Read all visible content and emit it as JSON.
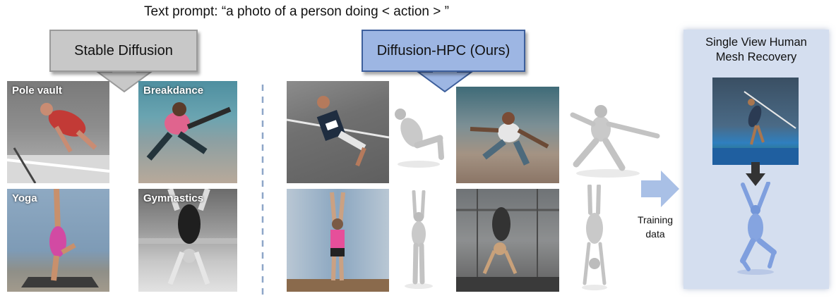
{
  "prompt": "Text prompt: “a photo of a person doing < action > ”",
  "stable_diffusion": {
    "label": "Stable Diffusion"
  },
  "diffusion_hpc": {
    "label": "Diffusion-HPC (Ours)"
  },
  "hmr": {
    "title_line1": "Single View Human",
    "title_line2": "Mesh Recovery"
  },
  "training": {
    "line1": "Training",
    "line2": "data"
  },
  "actions": {
    "pole_vault": "Pole vault",
    "breakdance": "Breakdance",
    "yoga": "Yoga",
    "gymnastics": "Gymnastics"
  },
  "colors": {
    "sd_box": "#c8c8c8",
    "hpc_box": "#9db6e3",
    "hpc_border": "#3d5f9c",
    "panel": "#d4deef",
    "arrow_blue": "#9db6e3",
    "mesh_blue": "#7f9fde",
    "divider": "#8ea6c8"
  }
}
